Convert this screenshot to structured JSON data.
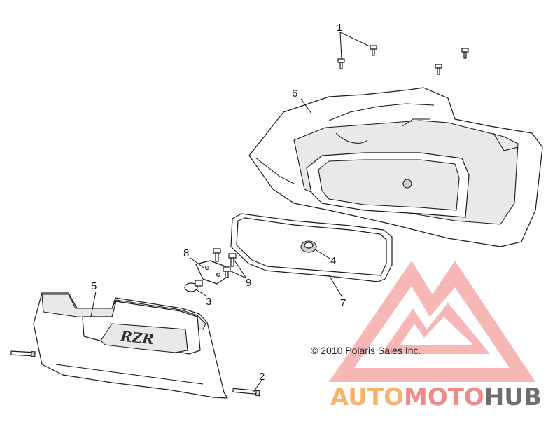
{
  "callouts": {
    "c1": "1",
    "c2": "2",
    "c3": "3",
    "c4": "4",
    "c5": "5",
    "c6": "6",
    "c7": "7",
    "c8": "8",
    "c9": "9"
  },
  "copyright": "© 2010 Polaris Sales Inc.",
  "emblem": "RZR",
  "watermark": {
    "part1": "AUTO",
    "part2": "MOTO",
    "part3": "HUB",
    "color_orange": "#f7b36a",
    "color_pink": "#f08a8a",
    "color_grey": "#6e6e6e"
  }
}
